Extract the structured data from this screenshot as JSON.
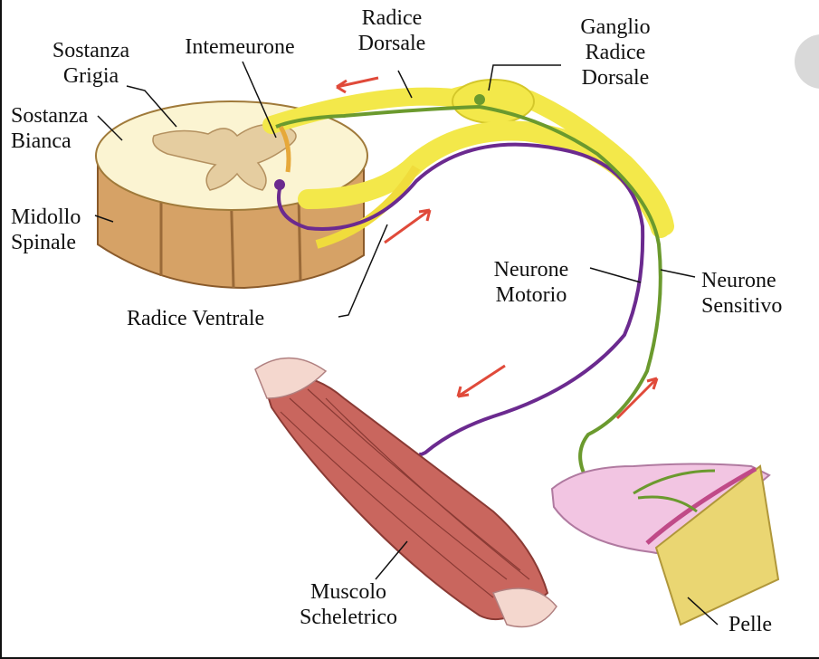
{
  "colors": {
    "nerve_yellow": "#f3e84a",
    "sensory_green": "#6b9a2e",
    "motor_purple": "#6b2a8f",
    "arrow_red": "#e04a3a",
    "cord_tan": "#d4a064",
    "grey_matter": "#e5cda0",
    "white_matter": "#fbf4d2",
    "muscle_red": "#c9665e",
    "skin_pink": "#f2c5e2",
    "skin_yellow": "#ead672"
  },
  "labels": {
    "sostanza_grigia": "Sostanza\nGrigia",
    "interneurone": "Intemeurone",
    "radice_dorsale": "Radice\nDorsale",
    "ganglio": "Ganglio\nRadice\nDorsale",
    "sostanza_bianca": "Sostanza\nBianca",
    "midollo": "Midollo\nSpinale",
    "neurone_motorio": "Neurone\nMotorio",
    "neurone_sensitivo": "Neurone\nSensitivo",
    "radice_ventrale": "Radice Ventrale",
    "muscolo": "Muscolo\nScheletrico",
    "pelle": "Pelle"
  }
}
